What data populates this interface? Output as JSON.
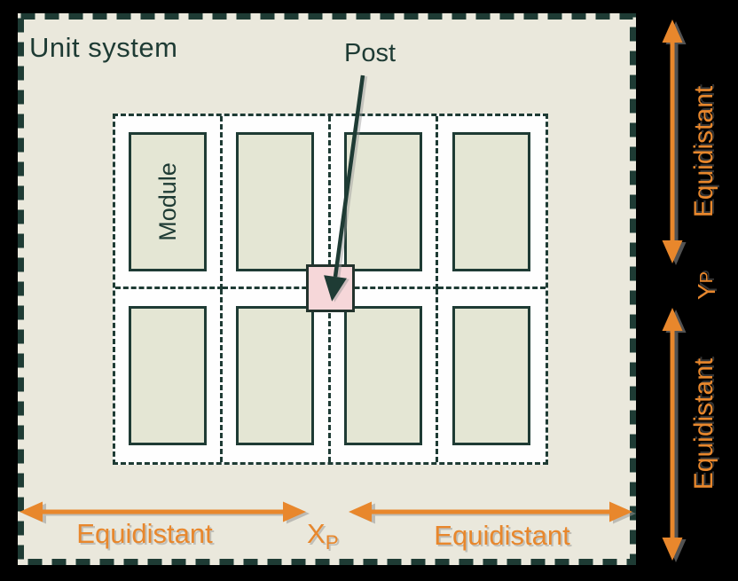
{
  "panel": {
    "title": "Unit system"
  },
  "post": {
    "label": "Post"
  },
  "grid": {
    "module_label": "Module",
    "columns": 4,
    "rows": 2,
    "module_count": 8
  },
  "dims": {
    "bottom_left": "Equidistant",
    "bottom_right": "Equidistant",
    "right_top": "Equidistant",
    "right_bottom": "Equidistant",
    "x": {
      "base": "X",
      "sub": "P"
    },
    "y": {
      "base": "Y",
      "sub": "P"
    }
  },
  "colors": {
    "canvas_bg": "#000000",
    "panel_bg": "#EAE8DC",
    "grid_bg": "#FEFEFE",
    "module_bg": "#E4E6D4",
    "teal": "#1E3B34",
    "orange": "#E8872C",
    "pink": "#F6D7D9"
  }
}
